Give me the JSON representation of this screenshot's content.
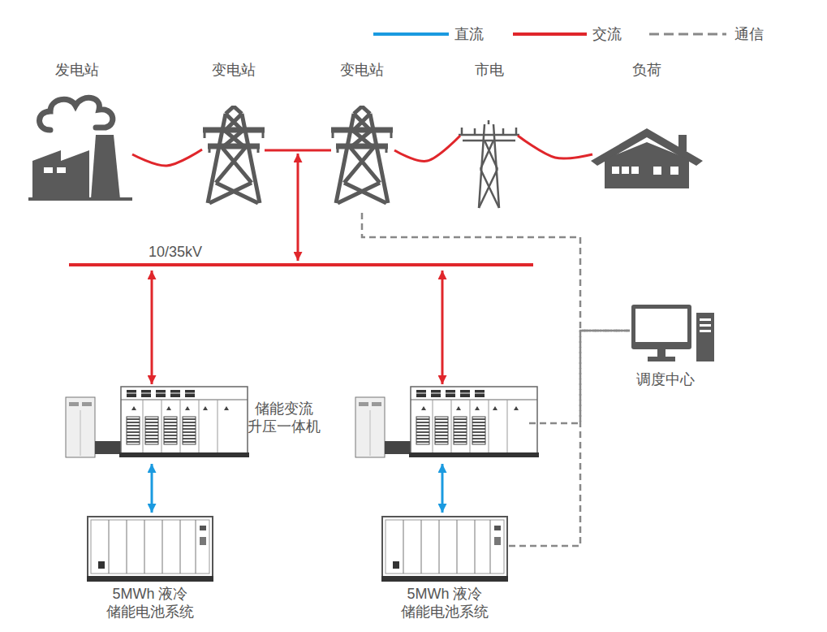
{
  "diagram": {
    "nodes": [
      {
        "text": [
          "发电站"
        ]
      },
      {
        "text": [
          "变电站"
        ]
      },
      {
        "text": [
          "变电站"
        ]
      },
      {
        "text": [
          "市电"
        ]
      },
      {
        "text": [
          "负荷"
        ]
      },
      {
        "text": [
          "10/35kV"
        ]
      },
      {
        "text": [
          "储能变流 升压一体机"
        ]
      },
      {
        "text": []
      },
      {
        "text": [
          "5MWh 液冷 储能电池系统"
        ]
      },
      {
        "text": [
          "5MWh 液冷 储能电池系统"
        ]
      },
      {
        "text": [
          "调度中心"
        ]
      }
    ],
    "edges": [
      {
        "from": 0,
        "to": 1,
        "arrow": "none"
      },
      {
        "from": 1,
        "to": 2,
        "arrow": "none"
      },
      {
        "from": 2,
        "to": 3,
        "arrow": "none"
      },
      {
        "from": 3,
        "to": 4,
        "arrow": "none"
      },
      {
        "from": 5,
        "to": 6,
        "arrow": "both"
      },
      {
        "from": 5,
        "to": 7,
        "arrow": "both"
      },
      {
        "from": 6,
        "to": 8,
        "arrow": "both"
      },
      {
        "from": 7,
        "to": 9,
        "arrow": "both"
      },
      {
        "from": 2,
        "to": 10,
        "arrow": "none"
      },
      {
        "from": 7,
        "to": 10,
        "arrow": "none"
      },
      {
        "from": 9,
        "to": 10,
        "arrow": "none"
      }
    ],
    "legend": [
      {
        "text": "直流"
      },
      {
        "text": "交流"
      },
      {
        "text": "通信"
      }
    ]
  }
}
